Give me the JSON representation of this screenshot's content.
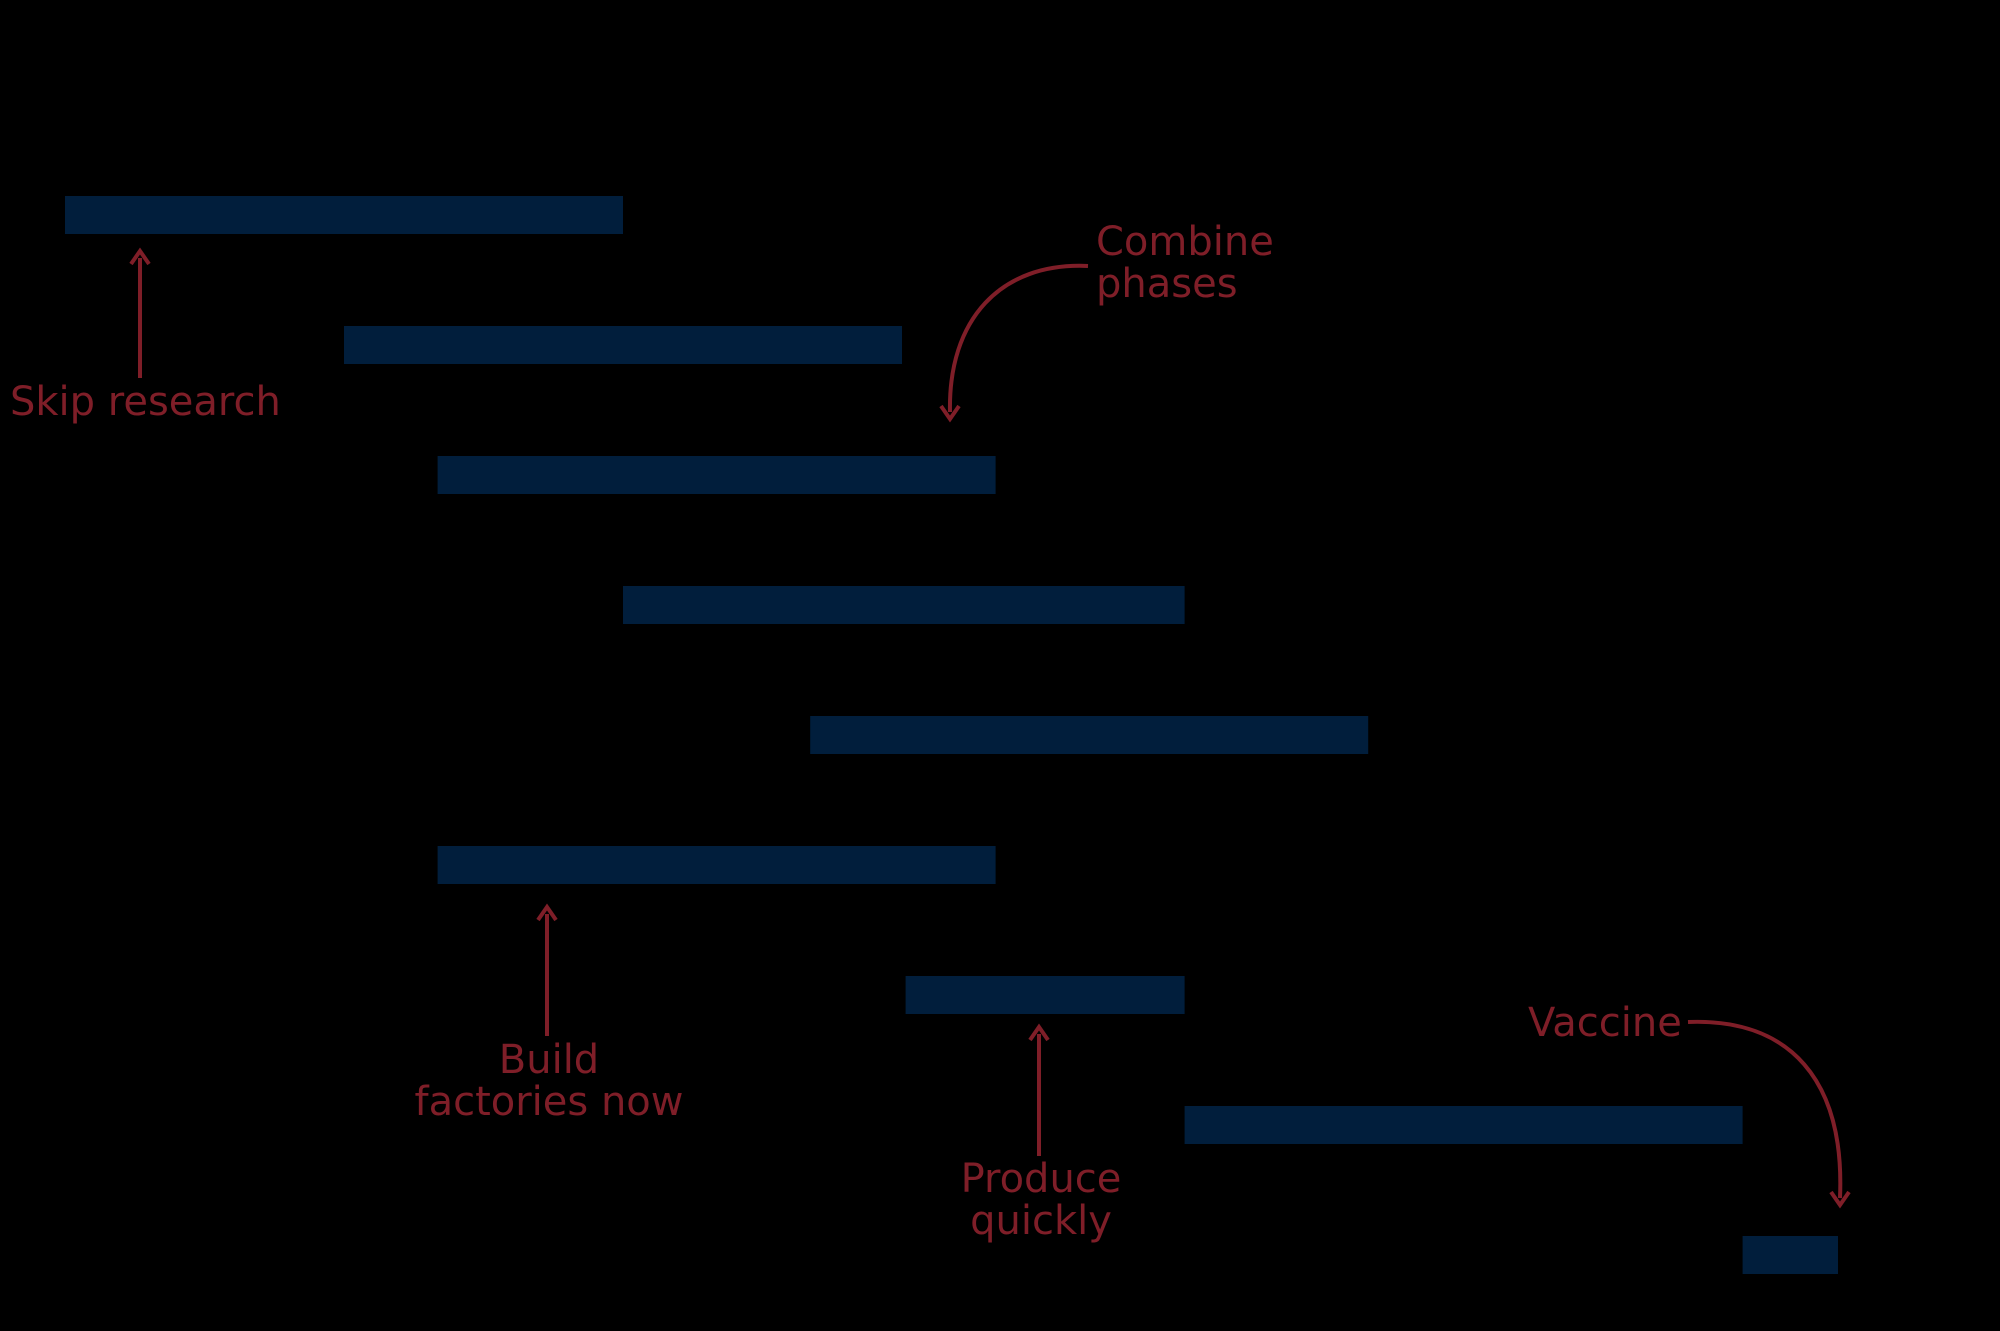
{
  "chart_data": {
    "type": "gantt",
    "colors": {
      "bar": "#011e3c",
      "annotation": "#7f1e28",
      "background": "#000000"
    },
    "tasks": [
      {
        "start": 0.0,
        "end": 3.1
      },
      {
        "start": 1.55,
        "end": 4.65
      },
      {
        "start": 2.07,
        "end": 5.17
      },
      {
        "start": 3.1,
        "end": 6.22
      },
      {
        "start": 4.14,
        "end": 7.24
      },
      {
        "start": 2.07,
        "end": 5.17
      },
      {
        "start": 4.67,
        "end": 6.22
      },
      {
        "start": 6.22,
        "end": 9.32
      },
      {
        "start": 9.32,
        "end": 9.85
      }
    ],
    "annotations": [
      {
        "label": "Skip research"
      },
      {
        "label": "Combine phases"
      },
      {
        "label": "Build factories now"
      },
      {
        "label": "Produce quickly"
      },
      {
        "label": "Vaccine"
      }
    ]
  }
}
